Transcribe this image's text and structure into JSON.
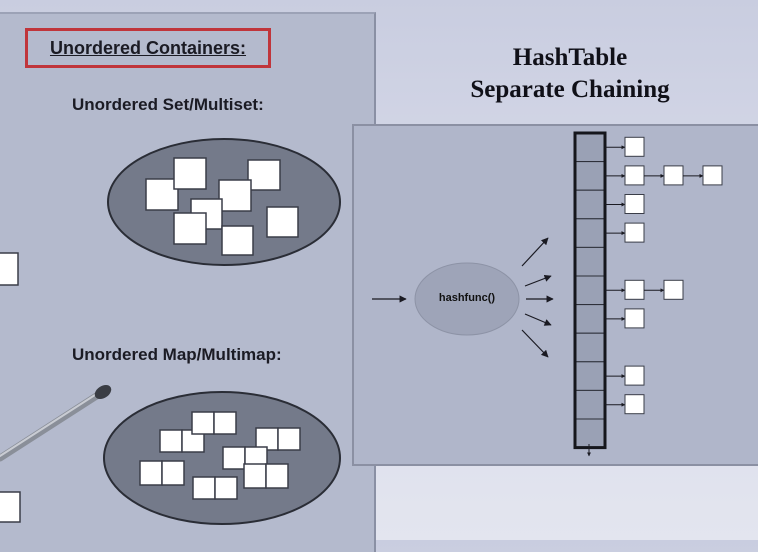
{
  "left": {
    "title": "Unordered Containers:",
    "set_heading": "Unordered Set/Multiset:",
    "map_heading": "Unordered Map/Multimap:"
  },
  "right": {
    "heading_line1": "HashTable",
    "heading_line2": "Separate Chaining",
    "hash_function_label": "hashfunc()",
    "bucket_count": 11,
    "chains": [
      1,
      3,
      1,
      1,
      0,
      2,
      1,
      0,
      1,
      1,
      0
    ]
  },
  "colors": {
    "accent_red": "#c0353b",
    "ellipse_fill": "#747a8a",
    "bucket_fill": "#9aa1b5",
    "node_fill": "#ffffff",
    "hash_ellipse": "#9ea4b8"
  }
}
